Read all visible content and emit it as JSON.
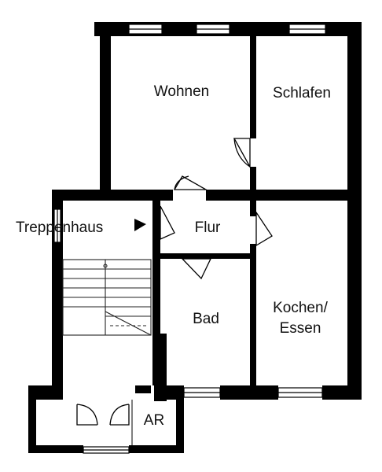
{
  "rooms": {
    "wohnen": "Wohnen",
    "schlafen": "Schlafen",
    "treppenhaus": "Treppenhaus",
    "flur": "Flur",
    "bad": "Bad",
    "kochen_line1": "Kochen/",
    "kochen_line2": "Essen",
    "ar": "AR"
  },
  "colors": {
    "wall": "#000000",
    "floor": "#ffffff",
    "line": "#222222"
  },
  "icons": {
    "entrance_marker": "entrance-arrow-icon"
  }
}
